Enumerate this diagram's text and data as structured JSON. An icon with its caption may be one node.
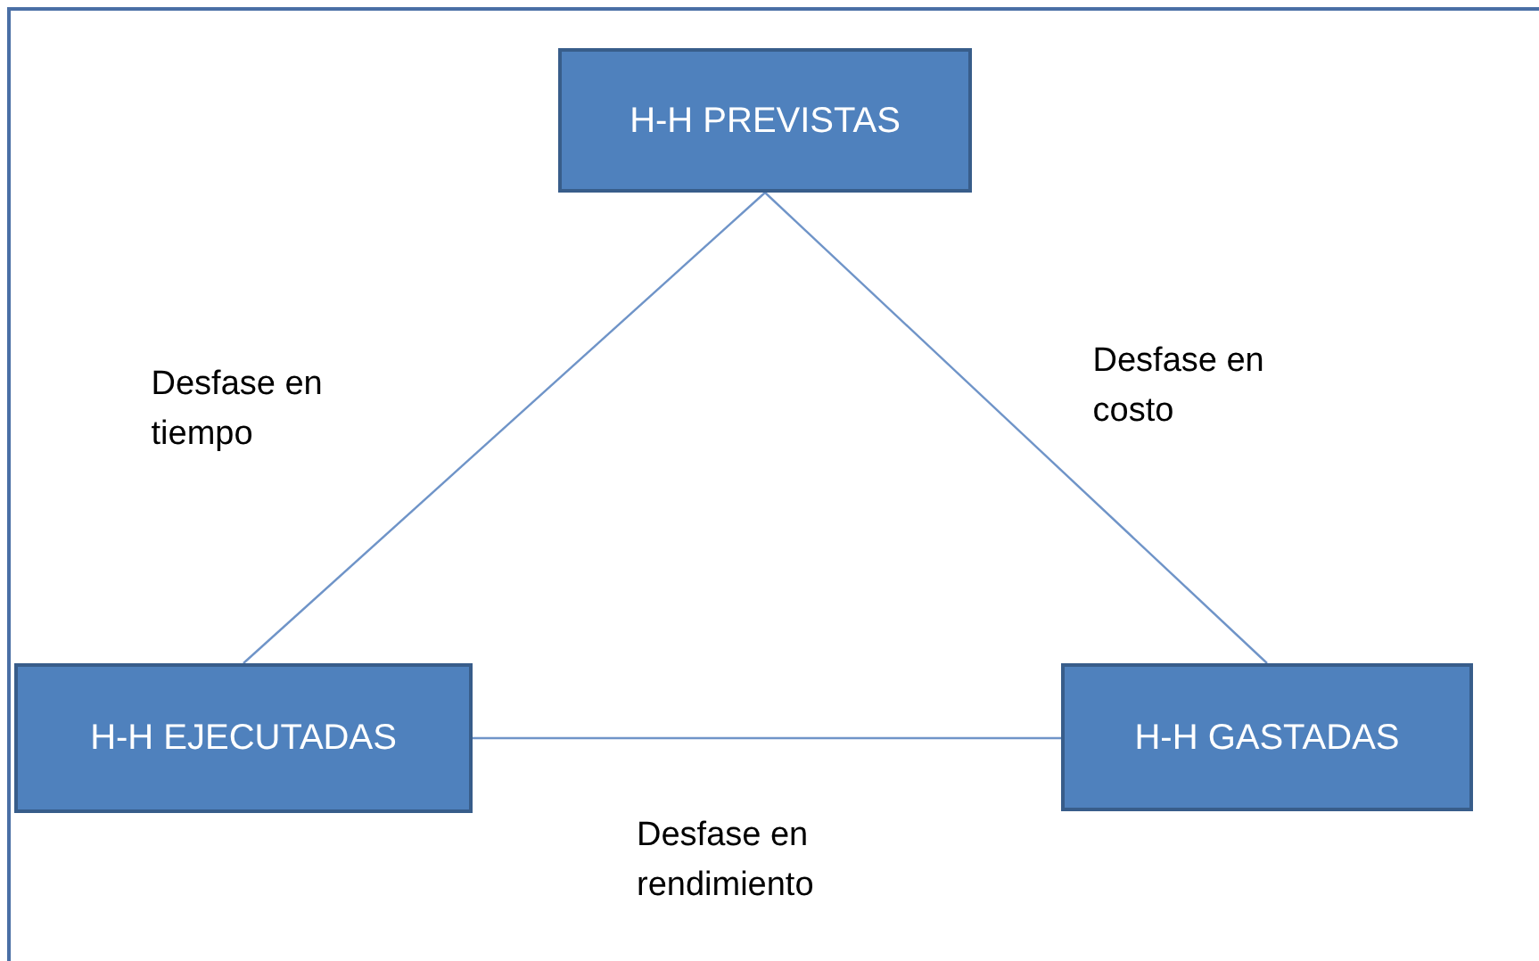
{
  "diagram": {
    "nodes": [
      {
        "text": [
          "H-H PREVISTAS"
        ]
      },
      {
        "text": [
          "H-H EJECUTADAS"
        ]
      },
      {
        "text": [
          "H-H GASTADAS"
        ]
      }
    ],
    "edges": [
      {
        "from": 0,
        "to": 1,
        "arrow": "none",
        "label": "Desfase en tiempo"
      },
      {
        "from": 0,
        "to": 2,
        "arrow": "none",
        "label": "Desfase en costo"
      },
      {
        "from": 1,
        "to": 2,
        "arrow": "none",
        "label": "Desfase en rendimiento"
      }
    ]
  }
}
